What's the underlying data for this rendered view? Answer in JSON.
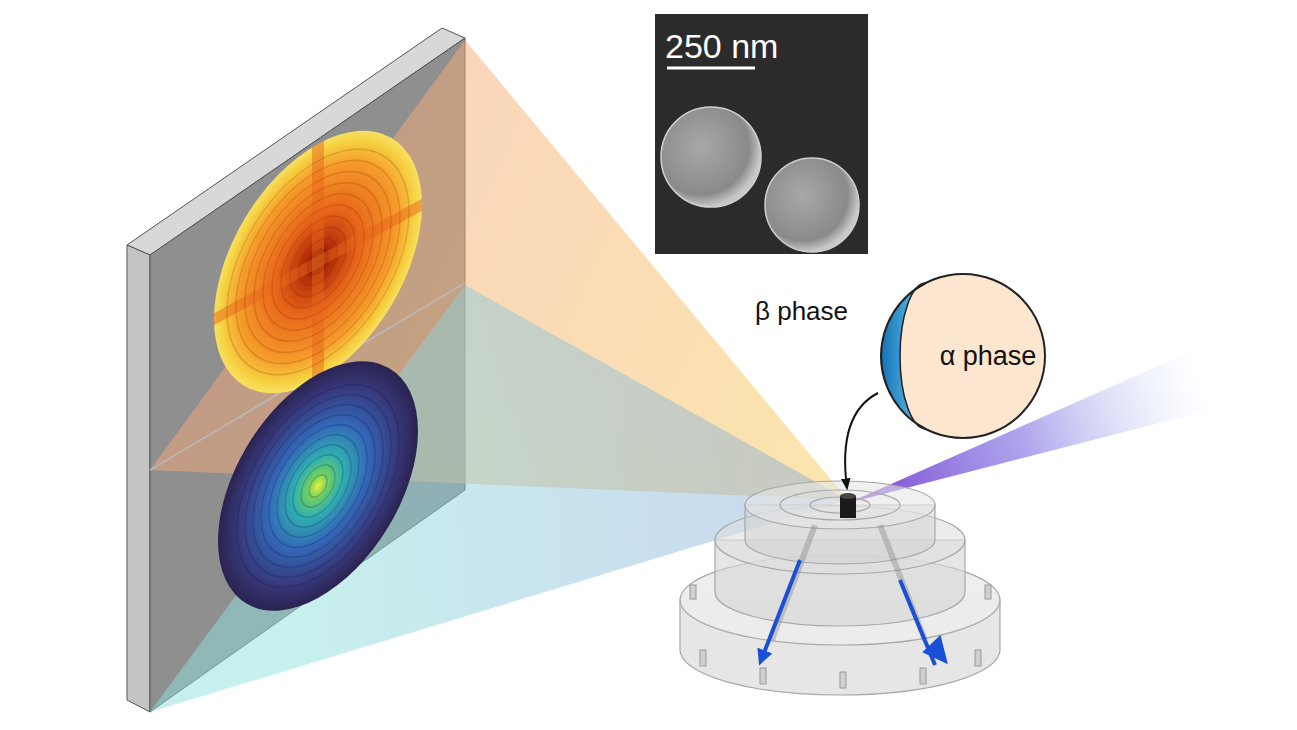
{
  "diagram": {
    "nodes": [
      {
        "text": [
          "α phase"
        ]
      }
    ],
    "labels": [
      "250 nm",
      "β phase"
    ]
  }
}
